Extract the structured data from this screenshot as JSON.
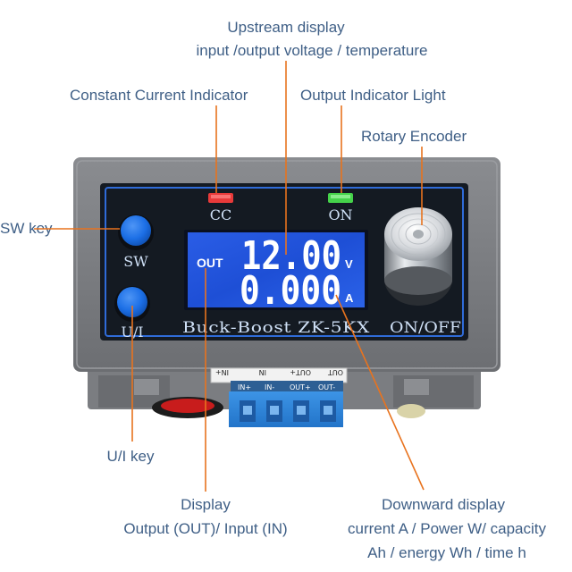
{
  "callouts": {
    "upstream_title": "Upstream display",
    "upstream_detail": "input /output voltage / temperature",
    "cc_indicator": "Constant Current Indicator",
    "output_light": "Output Indicator Light",
    "rotary_encoder": "Rotary Encoder",
    "sw_key": "SW key",
    "ui_key": "U/I key",
    "display_title": "Display",
    "display_detail": "Output (OUT)/ Input (IN)",
    "downward_title": "Downward display",
    "downward_line1": "current A / Power W/ capacity",
    "downward_line2": "Ah / energy Wh / time h"
  },
  "panel": {
    "cc_label": "CC",
    "on_label": "ON",
    "sw_label": "SW",
    "ui_label": "U/I",
    "model_label": "Buck-Boost ZK-5KX",
    "onoff_label": "ON/OFF"
  },
  "lcd": {
    "mode": "OUT",
    "voltage": "12.00",
    "voltage_unit": "V",
    "current": "0.000",
    "current_unit": "A"
  },
  "terminals": {
    "front": [
      "IN+",
      "IN-",
      "OUT+",
      "OUT-"
    ],
    "back": [
      "IN+",
      "IN",
      "OUT+",
      "OUT"
    ]
  },
  "colors": {
    "callout_text": "#3f5f86",
    "leader_line": "#e8731e",
    "cc_led": "#e83a3a",
    "on_led": "#45d24a",
    "lcd_bg": "#1f4fd8",
    "button_blue": "#1c6fe6",
    "terminal_blue": "#2f86d9"
  }
}
